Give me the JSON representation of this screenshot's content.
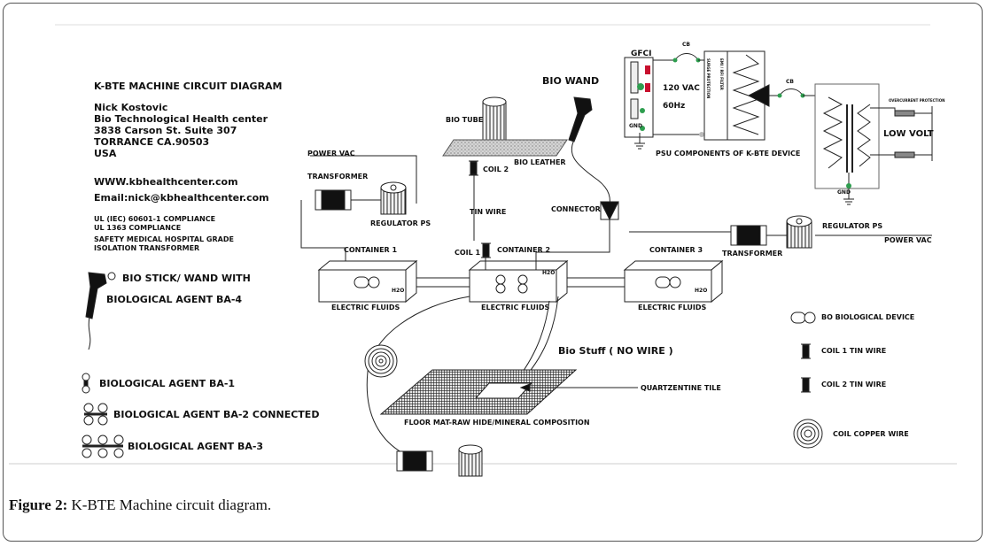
{
  "caption": {
    "label": "Figure 2:",
    "text": " K-BTE Machine circuit diagram."
  },
  "header": {
    "title": "K-BTE MACHINE CIRCUIT DIAGRAM",
    "author": "Nick Kostovic",
    "org": "Bio Technological Health center",
    "address1": "3838 Carson St. Suite 307",
    "address2": "TORRANCE CA.90503",
    "country": "USA",
    "website": "WWW.kbhealthcenter.com",
    "email": "Email:nick@kbhealthcenter.com",
    "compliance1": "UL (IEC) 60601-1 COMPLIANCE",
    "compliance2": "UL 1363 COMPLIANCE",
    "transformer1": "SAFETY MEDICAL HOSPITAL GRADE",
    "transformer2": "ISOLATION TRANSFORMER"
  },
  "labels": {
    "power_vac_left": "POWER VAC",
    "transformer_left": "TRANSFORMER",
    "regulator_left": "REGULATOR PS",
    "bio_tube": "BIO TUBE",
    "bio_leather": "BIO LEATHER",
    "coil2": "COIL 2",
    "tin_wire": "TIN WIRE",
    "coil1": "COIL 1",
    "container1": "CONTAINER 1",
    "container2": "CONTAINER 2",
    "container3": "CONTAINER 3",
    "h2o": "H2O",
    "ef1": "ELECTRIC FLUIDS",
    "ef2": "ELECTRIC FLUIDS",
    "ef3": "ELECTRIC FLUIDS",
    "bio_wand": "BIO WAND",
    "connector": "CONNECTOR",
    "transformer_right": "TRANSFORMER",
    "regulator_right": "REGULATOR PS",
    "power_vac_right": "POWER VAC",
    "gfci": "GFCI",
    "cb1": "CB",
    "cb2": "CB",
    "vac120": "120 VAC",
    "hz60": "60Hz",
    "psu": "PSU COMPONENTS OF K-BTE DEVICE",
    "low_volt": "LOW VOLT",
    "gnd": "GND",
    "bio_stuff": "Bio Stuff ( NO WIRE )",
    "quartz": "QUARTZENTINE TILE",
    "floor_mat": "FLOOR MAT-RAW HIDE/MINERAL COMPOSITION",
    "surge": "SURGE PROTECTION",
    "emi": "EMI / RFI FILTER",
    "overcurrent": "OVERCURRENT PROTECTION"
  },
  "legend": {
    "bio_stick1": "BIO STICK/ WAND WITH",
    "bio_stick2": "BIOLOGICAL AGENT BA-4",
    "ba1": "BIOLOGICAL AGENT BA-1",
    "ba2": "BIOLOGICAL AGENT BA-2 CONNECTED",
    "ba3": "BIOLOGICAL AGENT BA-3",
    "bo_device": "BO BIOLOGICAL DEVICE",
    "coil1_tin": "COIL 1 TIN WIRE",
    "coil2_tin": "COIL 2 TIN WIRE",
    "coil_copper": "COIL COPPER WIRE"
  },
  "colors": {
    "ink": "#111111",
    "green": "#2e9e4f",
    "red": "#c8102e",
    "mat": "#3a3a3a"
  }
}
